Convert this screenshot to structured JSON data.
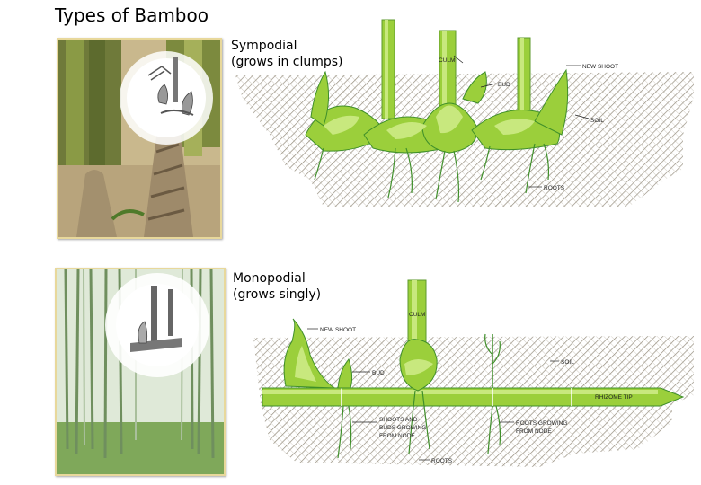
{
  "title": "Types of Bamboo",
  "sections": [
    {
      "caption_line1": "Sympodial",
      "caption_line2": "(grows in clumps)",
      "labels": {
        "culm": "CULM",
        "new_shoot": "NEW SHOOT",
        "bud": "BUD",
        "soil": "SOIL",
        "roots": "ROOTS"
      }
    },
    {
      "caption_line1": "Monopodial",
      "caption_line2": "(grows singly)",
      "labels": {
        "culm": "CULM",
        "new_shoot": "NEW SHOOT",
        "bud": "BUD",
        "soil": "SOIL",
        "rhizome_tip": "RHIZOME TIP",
        "shoots_line1": "SHOOTS AND",
        "shoots_line2": "BUDS GROWING",
        "shoots_line3": "FROM NODE",
        "roots_node_line1": "ROOTS GROWING",
        "roots_node_line2": "FROM NODE",
        "roots": "ROOTS"
      }
    }
  ],
  "colors": {
    "plant_green": "#9bcf3b",
    "plant_light": "#c8e87e",
    "plant_dark": "#3f8f2a",
    "soil_hatch": "#8a8170",
    "photo_border": "#e8d89b"
  }
}
